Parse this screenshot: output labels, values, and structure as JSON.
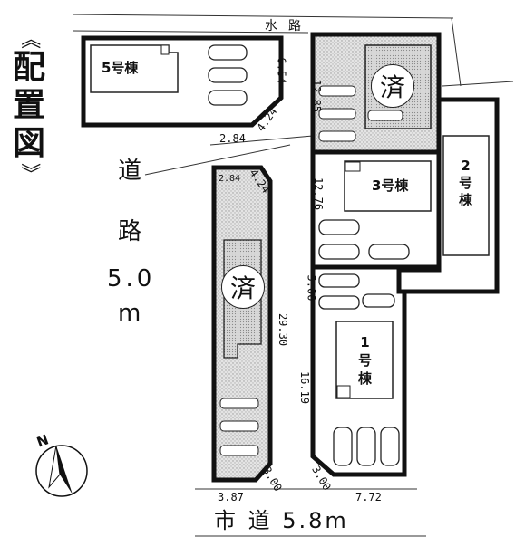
{
  "title": {
    "open_bracket": "《",
    "chars": [
      "配",
      "置",
      "図"
    ],
    "close_bracket": "》"
  },
  "roads": {
    "waterway": [
      "水",
      "路"
    ],
    "left_road": {
      "chars": [
        "道",
        "路"
      ],
      "width": "5.0",
      "unit": "m"
    },
    "bottom_road": "市 道 5.8m"
  },
  "lots": {
    "lot5": {
      "label": "5号棟"
    },
    "lot3": {
      "label": "3号棟"
    },
    "lot2": {
      "label": [
        "2",
        "号",
        "棟"
      ]
    },
    "lot1": {
      "label": [
        "1",
        "号",
        "棟"
      ]
    }
  },
  "sold_mark": "済",
  "dimensions": {
    "d_654": "6.54",
    "d_424a": "4.24",
    "d_284a": "2.84",
    "d_1285": "12.85",
    "d_424b": "4.24",
    "d_284b": "2.84",
    "d_1276": "12.76",
    "d_500": "5.00",
    "d_2930": "29.30",
    "d_1619": "16.19",
    "d_300a": "3.00",
    "d_300b": "3.00",
    "d_387": "3.87",
    "d_772": "7.72"
  },
  "compass": {
    "north": "N"
  }
}
